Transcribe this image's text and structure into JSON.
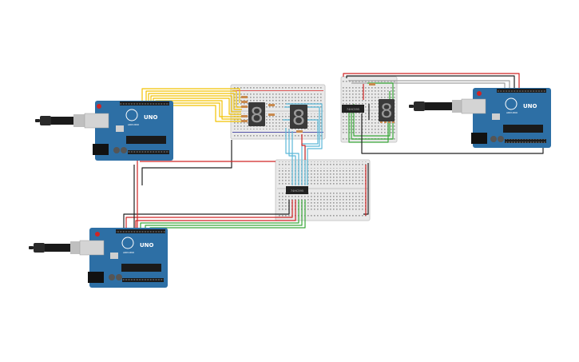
{
  "app": {
    "title": ""
  },
  "colors": {
    "board": "#2d6fa5",
    "board_dark": "#1d4f7c",
    "breadboard": "#e9e9e9",
    "wire_yellow": "#f2c200",
    "wire_red": "#d02424",
    "wire_black": "#222222",
    "wire_green": "#3aa83a",
    "wire_cyan": "#5cb8d8",
    "segment_display": "#3a3a3a",
    "chip": "#222222"
  },
  "boards": [
    {
      "label": "UNO",
      "maker": "ARDUINO"
    },
    {
      "label": "UNO",
      "maker": "ARDUINO"
    },
    {
      "label": "UNO",
      "maker": "ARDUINO"
    }
  ],
  "displays": [
    {
      "digit": "8"
    },
    {
      "digit": "8"
    },
    {
      "digit": "8"
    }
  ],
  "chips": [
    {
      "label": "74HC595"
    },
    {
      "label": "74HC595"
    }
  ]
}
